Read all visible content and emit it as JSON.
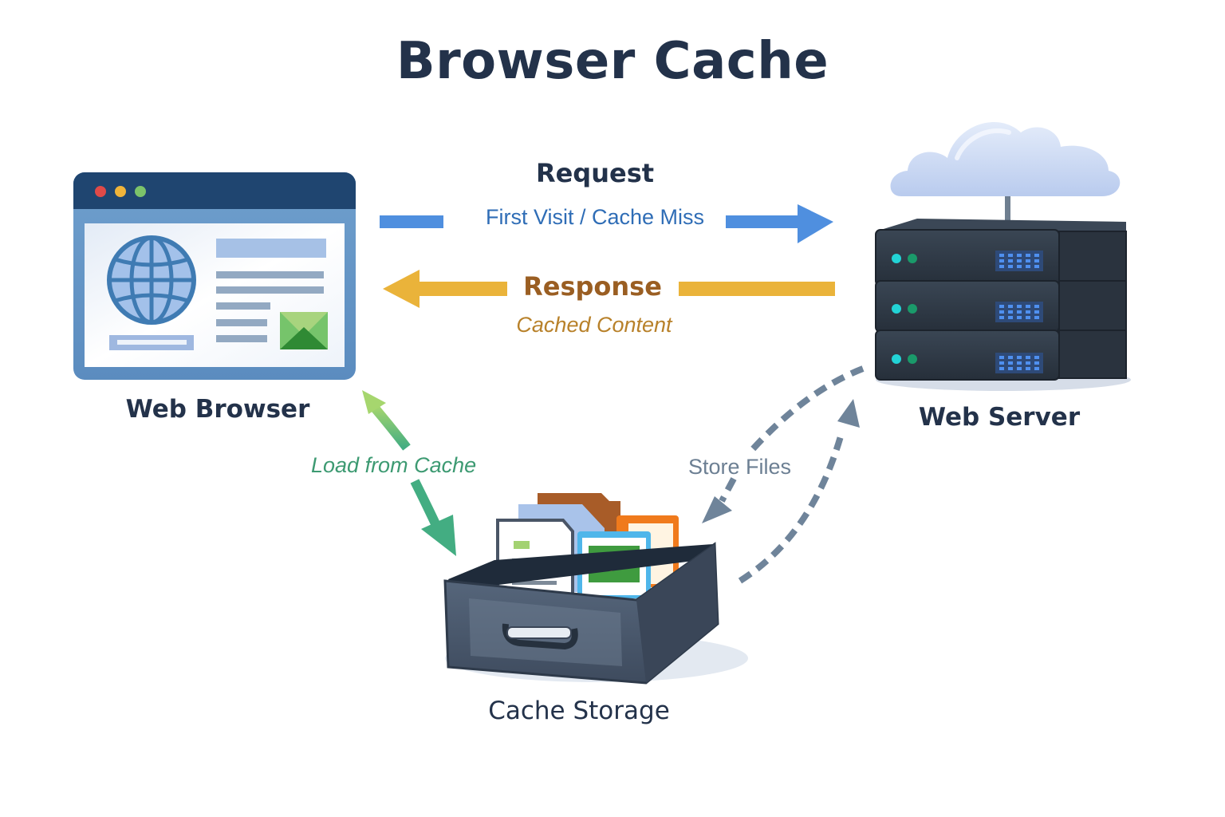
{
  "title": "Browser Cache",
  "nodes": {
    "browser": {
      "label": "Web Browser"
    },
    "server": {
      "label": "Web Server"
    },
    "cache": {
      "label": "Cache Storage"
    }
  },
  "flows": {
    "request": {
      "title": "Request",
      "subtitle": "First Visit / Cache Miss",
      "color": "#4f8fdf"
    },
    "response": {
      "title": "Response",
      "subtitle": "Cached Content",
      "color": "#eab33a"
    },
    "load": {
      "label": "Load from Cache",
      "color": "#4caf82"
    },
    "store": {
      "label": "Store Files",
      "color": "#6f849a"
    }
  },
  "browser_window": {
    "traffic_lights": [
      "#e04a48",
      "#f0b43a",
      "#7cc36a"
    ]
  }
}
